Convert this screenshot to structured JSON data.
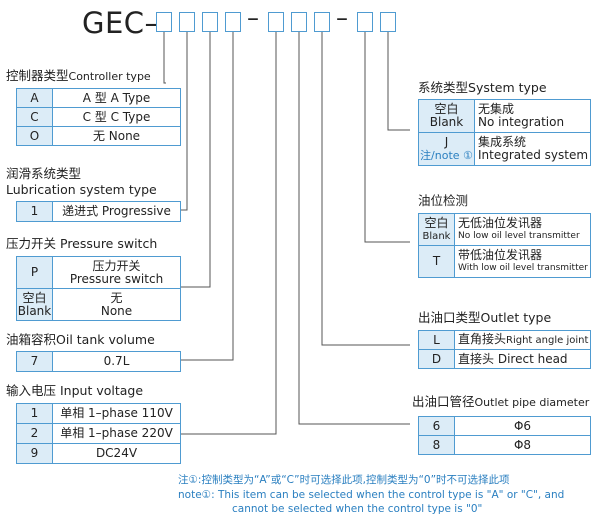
{
  "code_prefix": "GEC–",
  "dash": "–",
  "controller": {
    "title": "控制器类型",
    "title_en": "Controller type",
    "rows": [
      {
        "code": "A",
        "desc": "A 型 A Type"
      },
      {
        "code": "C",
        "desc": "C 型 C Type"
      },
      {
        "code": "O",
        "desc": "无 None"
      }
    ]
  },
  "lubrication": {
    "title": "润滑系统类型",
    "title_en": "Lubrication system type",
    "rows": [
      {
        "code": "1",
        "desc": "递进式 Progressive"
      }
    ]
  },
  "pressure": {
    "title": "压力开关",
    "title_en": "Pressure switch",
    "rows": [
      {
        "code": "P",
        "desc": "压力开关",
        "desc2": "Pressure switch"
      },
      {
        "code": "空白",
        "code2": "Blank",
        "desc": "无",
        "desc2": "None"
      }
    ]
  },
  "tank": {
    "title": "油箱容积",
    "title_en": "Oil tank volume",
    "rows": [
      {
        "code": "7",
        "desc": "0.7L"
      }
    ]
  },
  "voltage": {
    "title": "输入电压",
    "title_en": "Input voltage",
    "rows": [
      {
        "code": "1",
        "desc": "单相 1–phase 110V"
      },
      {
        "code": "2",
        "desc": "单相 1–phase 220V"
      },
      {
        "code": "9",
        "desc": "DC24V"
      }
    ]
  },
  "system": {
    "title": "系统类型",
    "title_en": "System type",
    "rows": [
      {
        "code": "空白",
        "code2": "Blank",
        "desc": "无集成",
        "desc2": "No integration"
      },
      {
        "code": "J",
        "code2": "注/note ①",
        "desc": "集成系统",
        "desc2": "Integrated system"
      }
    ]
  },
  "oil_level": {
    "title": "油位检测",
    "rows": [
      {
        "code": "空白",
        "code2": "Blank",
        "desc": "无低油位发讯器",
        "desc2": "No low oil level transmitter"
      },
      {
        "code": "T",
        "desc": "带低油位发讯器",
        "desc2": "With low oil level transmitter"
      }
    ]
  },
  "outlet_type": {
    "title": "出油口类型",
    "title_en": "Outlet type",
    "rows": [
      {
        "code": "L",
        "desc": "直角接头",
        "desc_en": "Right angle joint"
      },
      {
        "code": "D",
        "desc": "直接头",
        "desc_en": "Direct head"
      }
    ]
  },
  "outlet_diameter": {
    "title": "出油口管径",
    "title_en": "Outlet pipe diameter",
    "rows": [
      {
        "code": "6",
        "desc": "Φ6"
      },
      {
        "code": "8",
        "desc": "Φ8"
      }
    ]
  },
  "notes": {
    "line1": "注①:控制类型为“A”或“C”时可选择此项,控制类型为“0”时不可选择此项",
    "line2": "note①: This item can be selected when the control type is \"A\" or \"C\", and",
    "line3": "cannot be selected when the control type is \"0\""
  },
  "colors": {
    "border": "#4f9bd1",
    "code_bg": "#dcecf7",
    "note": "#2a7fc0"
  }
}
